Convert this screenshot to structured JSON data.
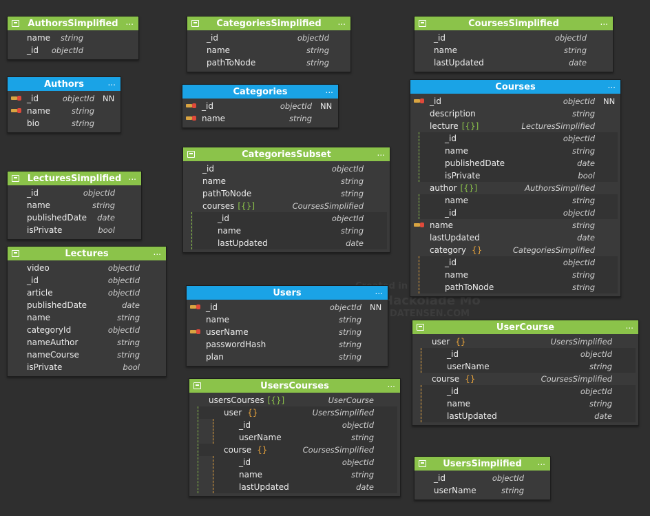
{
  "watermark": {
    "line1": "Created in",
    "line2": "Hackolade Mo",
    "line3": "DATENSEN.COM"
  },
  "entities": [
    {
      "id": "AuthorsSimplified",
      "title": "AuthorsSimplified",
      "color": "g",
      "rows": [
        {
          "name": "name",
          "type": "string"
        },
        {
          "name": "_id",
          "type": "objectId"
        }
      ]
    },
    {
      "id": "CategoriesSimplified",
      "title": "CategoriesSimplified",
      "color": "g",
      "rows": [
        {
          "name": "_id",
          "type": "objectId"
        },
        {
          "name": "name",
          "type": "string"
        },
        {
          "name": "pathToNode",
          "type": "string"
        }
      ]
    },
    {
      "id": "CoursesSimplified",
      "title": "CoursesSimplified",
      "color": "g",
      "rows": [
        {
          "name": "_id",
          "type": "objectId"
        },
        {
          "name": "name",
          "type": "string"
        },
        {
          "name": "lastUpdated",
          "type": "date"
        }
      ]
    },
    {
      "id": "Authors",
      "title": "Authors",
      "color": "b",
      "rows": [
        {
          "name": "_id",
          "type": "objectId",
          "key": true,
          "nn": "NN"
        },
        {
          "name": "name",
          "type": "string",
          "key": true
        },
        {
          "name": "bio",
          "type": "string"
        }
      ]
    },
    {
      "id": "Categories",
      "title": "Categories",
      "color": "b",
      "rows": [
        {
          "name": "_id",
          "type": "objectId",
          "key": true,
          "nn": "NN"
        },
        {
          "name": "name",
          "type": "string",
          "key": true
        }
      ]
    },
    {
      "id": "Courses",
      "title": "Courses",
      "color": "b",
      "rows": [
        {
          "name": "_id",
          "type": "objectId",
          "key": true,
          "nn": "NN"
        },
        {
          "name": "description",
          "type": "string"
        },
        {
          "name": "lecture",
          "br": "[{}]",
          "type": "LecturesSimplified"
        },
        {
          "name": "_id",
          "type": "objectId",
          "lvl": 1
        },
        {
          "name": "name",
          "type": "string",
          "lvl": 1
        },
        {
          "name": "publishedDate",
          "type": "date",
          "lvl": 1
        },
        {
          "name": "isPrivate",
          "type": "bool",
          "lvl": 1
        },
        {
          "name": "author",
          "br": "[{}]",
          "type": "AuthorsSimplified"
        },
        {
          "name": "name",
          "type": "string",
          "lvl": 1
        },
        {
          "name": "_id",
          "type": "objectId",
          "lvl": 1
        },
        {
          "name": "name",
          "type": "string",
          "key": true
        },
        {
          "name": "lastUpdated",
          "type": "date"
        },
        {
          "name": "category",
          "bo": "{}",
          "type": "CategoriesSimplified"
        },
        {
          "name": "_id",
          "type": "objectId",
          "lvl": 1
        },
        {
          "name": "name",
          "type": "string",
          "lvl": 1
        },
        {
          "name": "pathToNode",
          "type": "string",
          "lvl": 1
        }
      ]
    },
    {
      "id": "CategoriesSubset",
      "title": "CategoriesSubset",
      "color": "g",
      "rows": [
        {
          "name": "_id",
          "type": "objectId"
        },
        {
          "name": "name",
          "type": "string"
        },
        {
          "name": "pathToNode",
          "type": "string"
        },
        {
          "name": "courses",
          "br": "[{}]",
          "type": "CoursesSimplified"
        },
        {
          "name": "_id",
          "type": "objectId",
          "lvl": 1
        },
        {
          "name": "name",
          "type": "string",
          "lvl": 1
        },
        {
          "name": "lastUpdated",
          "type": "date",
          "lvl": 1
        }
      ]
    },
    {
      "id": "LecturesSimplified",
      "title": "LecturesSimplified",
      "color": "g",
      "rows": [
        {
          "name": "_id",
          "type": "objectId"
        },
        {
          "name": "name",
          "type": "string"
        },
        {
          "name": "publishedDate",
          "type": "date"
        },
        {
          "name": "isPrivate",
          "type": "bool"
        }
      ]
    },
    {
      "id": "Lectures",
      "title": "Lectures",
      "color": "g",
      "rows": [
        {
          "name": "video",
          "type": "objectId"
        },
        {
          "name": "_id",
          "type": "objectId"
        },
        {
          "name": "article",
          "type": "objectId"
        },
        {
          "name": "publishedDate",
          "type": "date"
        },
        {
          "name": "name",
          "type": "string"
        },
        {
          "name": "categoryId",
          "type": "objectId"
        },
        {
          "name": "nameAuthor",
          "type": "string"
        },
        {
          "name": "nameCourse",
          "type": "string"
        },
        {
          "name": "isPrivate",
          "type": "bool"
        }
      ]
    },
    {
      "id": "Users",
      "title": "Users",
      "color": "b",
      "rows": [
        {
          "name": "_id",
          "type": "objectId",
          "key": true,
          "nn": "NN"
        },
        {
          "name": "name",
          "type": "string"
        },
        {
          "name": "userName",
          "type": "string",
          "key": true
        },
        {
          "name": "passwordHash",
          "type": "string"
        },
        {
          "name": "plan",
          "type": "string"
        }
      ]
    },
    {
      "id": "UserCourse",
      "title": "UserCourse",
      "color": "g",
      "rows": [
        {
          "name": "user",
          "bo": "{}",
          "type": "UsersSimplified"
        },
        {
          "name": "_id",
          "type": "objectId",
          "lvl": 1
        },
        {
          "name": "userName",
          "type": "string",
          "lvl": 1
        },
        {
          "name": "course",
          "bo": "{}",
          "type": "CoursesSimplified"
        },
        {
          "name": "_id",
          "type": "objectId",
          "lvl": 1
        },
        {
          "name": "name",
          "type": "string",
          "lvl": 1
        },
        {
          "name": "lastUpdated",
          "type": "date",
          "lvl": 1
        }
      ]
    },
    {
      "id": "UsersCourses",
      "title": "UsersCourses",
      "color": "g",
      "rows": [
        {
          "name": "usersCourses",
          "br": "[{}]",
          "type": "UserCourse"
        },
        {
          "name": "user",
          "bo": "{}",
          "type": "UsersSimplified",
          "lvl": 1
        },
        {
          "name": "_id",
          "type": "objectId",
          "lvl": 2
        },
        {
          "name": "userName",
          "type": "string",
          "lvl": 2
        },
        {
          "name": "course",
          "bo": "{}",
          "type": "CoursesSimplified",
          "lvl": 1
        },
        {
          "name": "_id",
          "type": "objectId",
          "lvl": 2
        },
        {
          "name": "name",
          "type": "string",
          "lvl": 2
        },
        {
          "name": "lastUpdated",
          "type": "date",
          "lvl": 2
        }
      ]
    },
    {
      "id": "UsersSimplified",
      "title": "UsersSimplified",
      "color": "g",
      "rows": [
        {
          "name": "_id",
          "type": "objectId"
        },
        {
          "name": "userName",
          "type": "string"
        }
      ]
    }
  ]
}
